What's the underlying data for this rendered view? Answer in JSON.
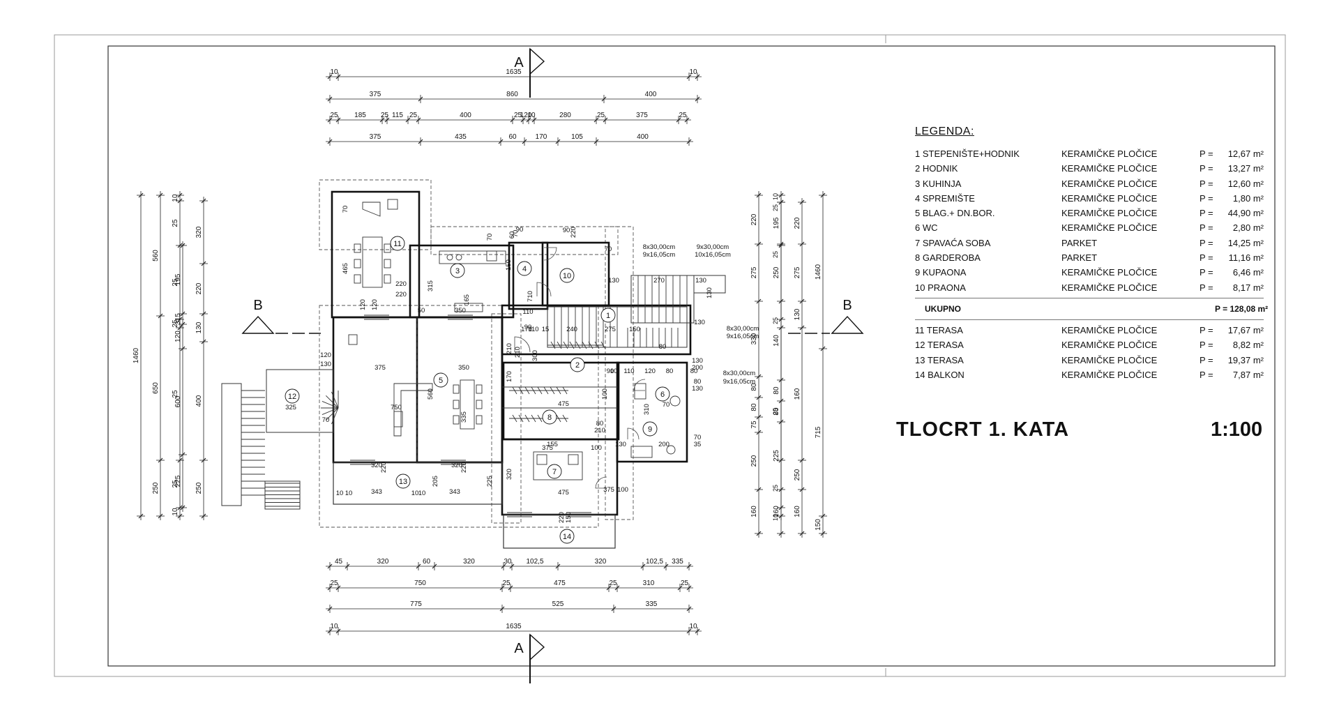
{
  "plan": {
    "section_labels": {
      "a_top": "A",
      "a_bottom": "A",
      "b_left": "B",
      "b_right": "B"
    },
    "top_dims": {
      "row1": [
        "10",
        "1635",
        "10"
      ],
      "row2": [
        "375",
        "860",
        "400"
      ],
      "row3": [
        "25",
        "185",
        "25",
        "115",
        "25",
        "400",
        "25",
        "120",
        "10",
        "280",
        "25",
        "375",
        "25"
      ],
      "row4": [
        "375",
        "435",
        "60",
        "170",
        "105",
        "400"
      ]
    },
    "bottom_dims": {
      "row1": [
        "45",
        "320",
        "60",
        "320",
        "30",
        "102,5",
        "320",
        "102,5",
        "335"
      ],
      "row2": [
        "25",
        "750",
        "25",
        "475",
        "25",
        "310",
        "25"
      ],
      "row3": [
        "775",
        "525",
        "335"
      ],
      "row4": [
        "10",
        "1635",
        "10"
      ]
    },
    "left_dims": {
      "col1": [
        "1460"
      ],
      "col2": [
        "560",
        "650",
        "250"
      ],
      "col3": [
        "195",
        "315",
        "120",
        "600",
        "225"
      ],
      "col4": [
        "10",
        "25",
        "25",
        "25",
        "25",
        "25",
        "10"
      ],
      "col5": [
        "320",
        "220",
        "130",
        "400",
        "250"
      ]
    },
    "right_dims": {
      "col1": [
        "220",
        "275",
        "330",
        "80",
        "80",
        "75",
        "250",
        "160"
      ],
      "col2": [
        "195",
        "250",
        "140",
        "80",
        "80",
        "225",
        "160"
      ],
      "col3": [
        "220",
        "275",
        "130",
        "160",
        "250",
        "160"
      ],
      "col4": [
        "10",
        "25",
        "25",
        "25",
        "25",
        "25",
        "10"
      ],
      "col5": [
        "1460",
        "715",
        "150"
      ]
    },
    "room_numbers": [
      "1",
      "2",
      "3",
      "4",
      "5",
      "6",
      "7",
      "8",
      "9",
      "10",
      "11",
      "12",
      "13",
      "14"
    ],
    "interior_dims": [
      "465",
      "220",
      "220",
      "120",
      "120",
      "50",
      "315",
      "350",
      "165",
      "70",
      "70",
      "150",
      "70",
      "90",
      "60",
      "90",
      "220",
      "70",
      "130",
      "270",
      "130",
      "130",
      "130",
      "375",
      "350",
      "560",
      "750",
      "335",
      "325",
      "70",
      "120",
      "130",
      "320",
      "220",
      "320",
      "220",
      "343",
      "343",
      "10",
      "10",
      "10",
      "10",
      "205",
      "225",
      "475",
      "475",
      "375",
      "100",
      "80",
      "210",
      "80",
      "110",
      "120",
      "80",
      "90",
      "10",
      "15",
      "240",
      "170",
      "110",
      "275",
      "150",
      "80",
      "130",
      "200",
      "710",
      "300",
      "320",
      "220",
      "150",
      "210",
      "310",
      "200",
      "70",
      "100",
      "375",
      "155",
      "170",
      "210",
      "100",
      "130",
      "80",
      "130",
      "70",
      "35",
      "110",
      "90"
    ],
    "stair_notes": [
      "8x30,00cm",
      "9x16,05cm",
      "9x30,00cm",
      "10x16,05cm",
      "8x30,00cm",
      "9x16,05cm",
      "8x30,00cm",
      "9x16,05cm"
    ]
  },
  "legend": {
    "title": "LEGENDA:",
    "p_label": "P =",
    "rooms": [
      {
        "name": "1  STEPENIŠTE+HODNIK",
        "material": "KERAMIČKE PLOČICE",
        "area": "12,67 m²"
      },
      {
        "name": "2  HODNIK",
        "material": "KERAMIČKE PLOČICE",
        "area": "13,27 m²"
      },
      {
        "name": "3  KUHINJA",
        "material": "KERAMIČKE PLOČICE",
        "area": "12,60 m²"
      },
      {
        "name": "4  SPREMIŠTE",
        "material": "KERAMIČKE PLOČICE",
        "area": "1,80 m²"
      },
      {
        "name": "5  BLAG.+ DN.BOR.",
        "material": "KERAMIČKE PLOČICE",
        "area": "44,90 m²"
      },
      {
        "name": "6  WC",
        "material": "KERAMIČKE PLOČICE",
        "area": "2,80 m²"
      },
      {
        "name": "7  SPAVAĆA SOBA",
        "material": "PARKET",
        "area": "14,25 m²"
      },
      {
        "name": "8  GARDEROBA",
        "material": "PARKET",
        "area": "11,16 m²"
      },
      {
        "name": "9  KUPAONA",
        "material": "KERAMIČKE PLOČICE",
        "area": "6,46 m²"
      },
      {
        "name": "10 PRAONA",
        "material": "KERAMIČKE PLOČICE",
        "area": "8,17 m²"
      }
    ],
    "total_label": "UKUPNO",
    "total_value": "P = 128,08 m²",
    "terraces": [
      {
        "name": "11 TERASA",
        "material": "KERAMIČKE PLOČICE",
        "area": "17,67 m²"
      },
      {
        "name": "12 TERASA",
        "material": "KERAMIČKE PLOČICE",
        "area": "8,82 m²"
      },
      {
        "name": "13 TERASA",
        "material": "KERAMIČKE PLOČICE",
        "area": "19,37 m²"
      },
      {
        "name": "14 BALKON",
        "material": "KERAMIČKE PLOČICE",
        "area": "7,87 m²"
      }
    ]
  },
  "sheet": {
    "title": "TLOCRT  1. KATA",
    "scale": "1:100"
  }
}
